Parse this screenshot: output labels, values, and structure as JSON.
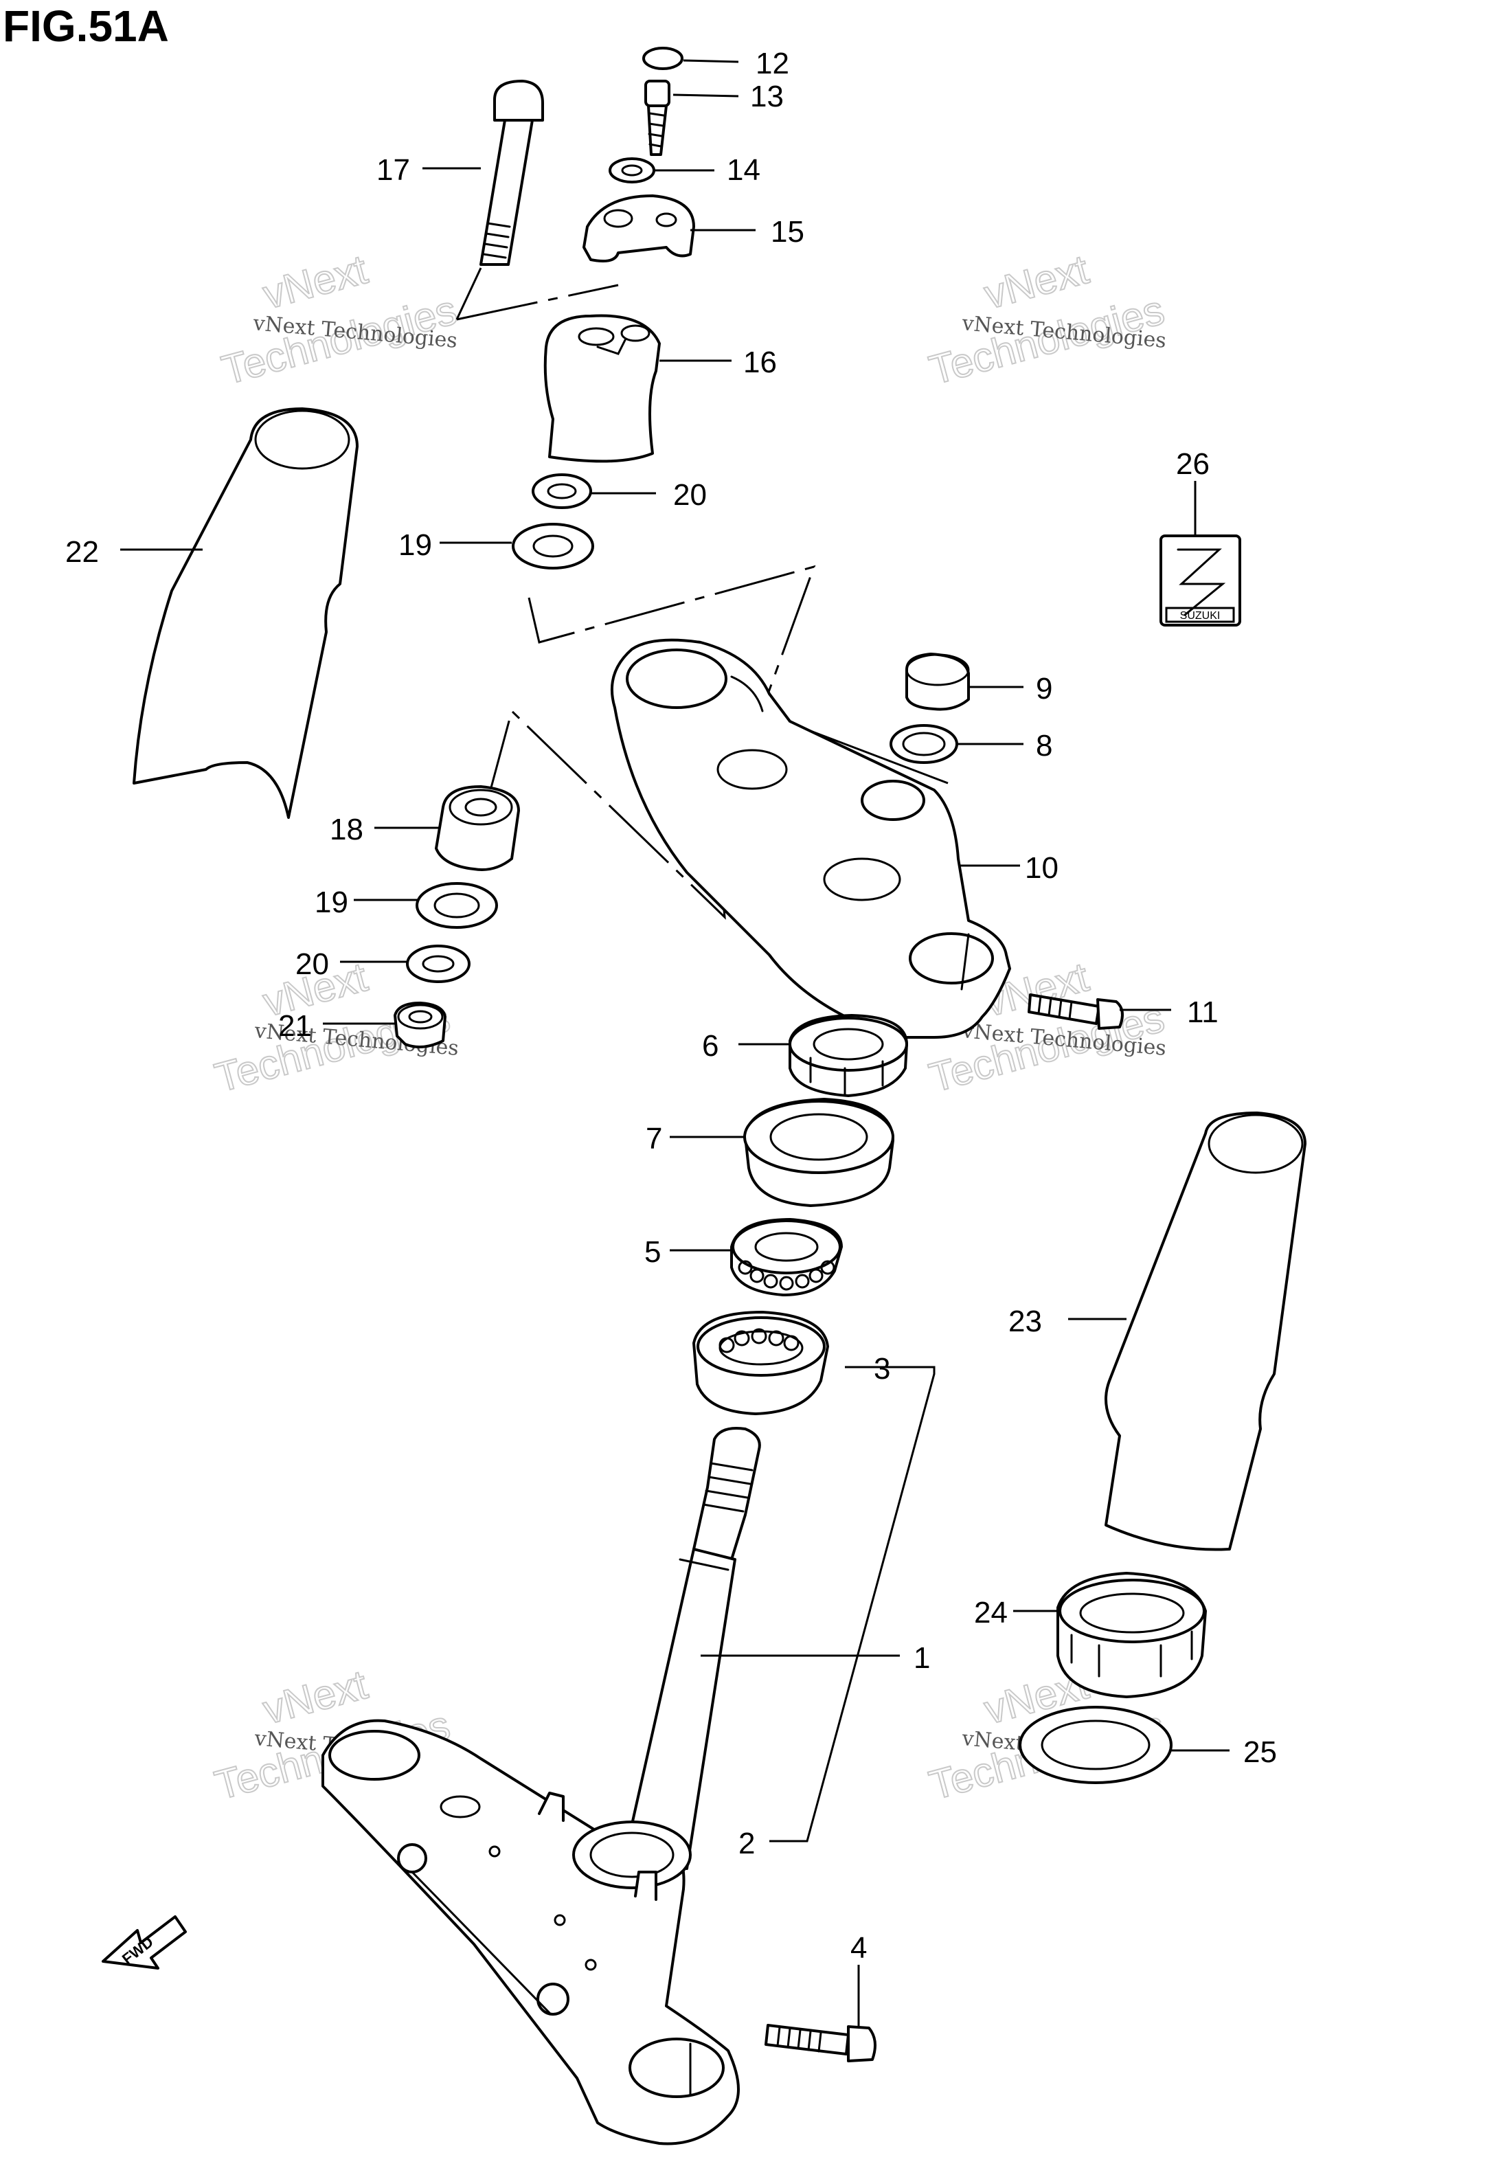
{
  "figure_title": "FIG.51A",
  "watermark": {
    "line1": "vNext Technologies",
    "line2": "Technologies",
    "line3": "vNext"
  },
  "fwd_label": "FWD",
  "badge_text": "SUZUKI",
  "callouts": [
    {
      "id": "c1",
      "label": "1"
    },
    {
      "id": "c2",
      "label": "2"
    },
    {
      "id": "c3",
      "label": "3"
    },
    {
      "id": "c4",
      "label": "4"
    },
    {
      "id": "c5",
      "label": "5"
    },
    {
      "id": "c6",
      "label": "6"
    },
    {
      "id": "c7",
      "label": "7"
    },
    {
      "id": "c8",
      "label": "8"
    },
    {
      "id": "c9",
      "label": "9"
    },
    {
      "id": "c10",
      "label": "10"
    },
    {
      "id": "c11",
      "label": "11"
    },
    {
      "id": "c12",
      "label": "12"
    },
    {
      "id": "c13",
      "label": "13"
    },
    {
      "id": "c14",
      "label": "14"
    },
    {
      "id": "c15",
      "label": "15"
    },
    {
      "id": "c16",
      "label": "16"
    },
    {
      "id": "c17",
      "label": "17"
    },
    {
      "id": "c18",
      "label": "18"
    },
    {
      "id": "c19a",
      "label": "19"
    },
    {
      "id": "c19b",
      "label": "19"
    },
    {
      "id": "c20a",
      "label": "20"
    },
    {
      "id": "c20b",
      "label": "20"
    },
    {
      "id": "c21",
      "label": "21"
    },
    {
      "id": "c22",
      "label": "22"
    },
    {
      "id": "c23",
      "label": "23"
    },
    {
      "id": "c24",
      "label": "24"
    },
    {
      "id": "c25",
      "label": "25"
    },
    {
      "id": "c26",
      "label": "26"
    }
  ]
}
